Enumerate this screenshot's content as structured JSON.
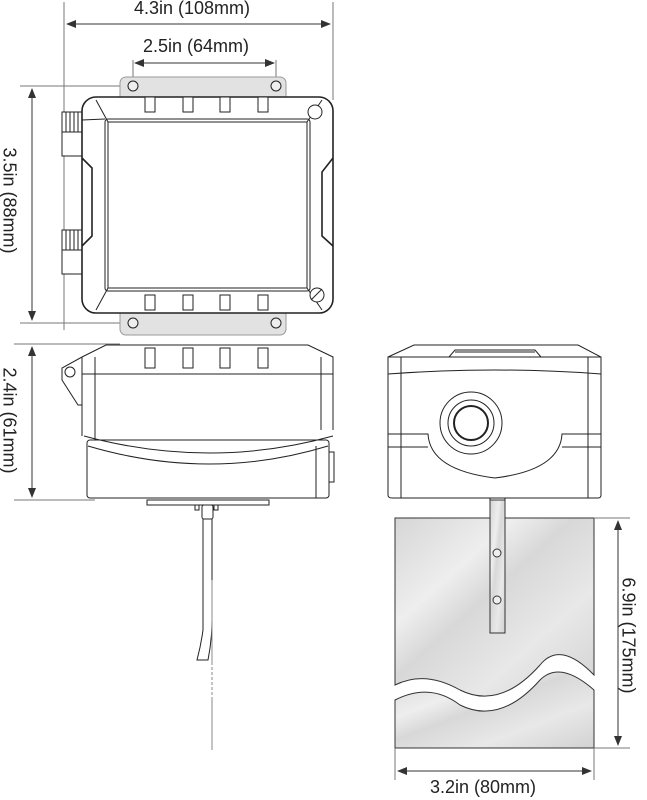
{
  "diagram": {
    "type": "dimension-drawing",
    "views": [
      "top-view",
      "side-view",
      "front-view",
      "bracket-plate-view"
    ],
    "colors": {
      "line": "#222222",
      "bracket": "#e0e0e0",
      "plate": "#dcdcdc",
      "background": "#ffffff"
    }
  },
  "dimensions": {
    "overall_width": "4.3in (108mm)",
    "mount_hole_spacing": "2.5in (64mm)",
    "overall_height_top": "3.5in (88mm)",
    "depth_side": "2.4in (61mm)",
    "plate_height": "6.9in (175mm)",
    "plate_width": "3.2in (80mm)"
  }
}
